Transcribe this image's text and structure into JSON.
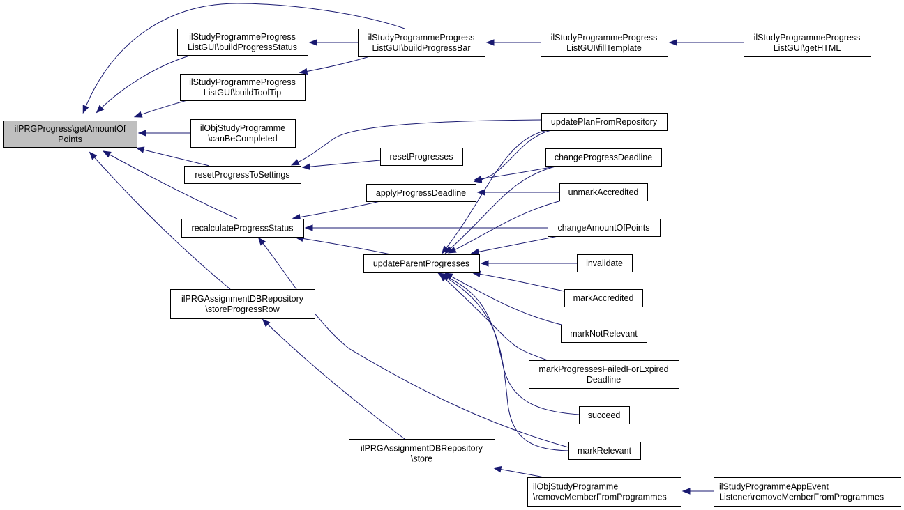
{
  "title": "Caller graph of ilPRGProgress\\getAmountOfPoints",
  "colors": {
    "edge": "#191970",
    "root_fill": "#bfbfbf",
    "node_fill": "#ffffff",
    "node_border": "#000000"
  },
  "nodes": {
    "root": {
      "lines": [
        "ilPRGProgress\\getAmountOf",
        "Points"
      ]
    },
    "buildProgressStatus": {
      "lines": [
        "ilStudyProgrammeProgress",
        "ListGUI\\buildProgressStatus"
      ]
    },
    "buildToolTip": {
      "lines": [
        "ilStudyProgrammeProgress",
        "ListGUI\\buildToolTip"
      ]
    },
    "canBeCompleted": {
      "lines": [
        "ilObjStudyProgramme",
        "\\canBeCompleted"
      ]
    },
    "resetProgressToSettings": {
      "lines": [
        "resetProgressToSettings"
      ]
    },
    "recalculateProgressStatus": {
      "lines": [
        "recalculateProgressStatus"
      ]
    },
    "storeProgressRow": {
      "lines": [
        "ilPRGAssignmentDBRepository",
        "\\storeProgressRow"
      ]
    },
    "buildProgressBar": {
      "lines": [
        "ilStudyProgrammeProgress",
        "ListGUI\\buildProgressBar"
      ]
    },
    "fillTemplate": {
      "lines": [
        "ilStudyProgrammeProgress",
        "ListGUI\\fillTemplate"
      ]
    },
    "getHTML": {
      "lines": [
        "ilStudyProgrammeProgress",
        "ListGUI\\getHTML"
      ]
    },
    "resetProgresses": {
      "lines": [
        "resetProgresses"
      ]
    },
    "applyProgressDeadline": {
      "lines": [
        "applyProgressDeadline"
      ]
    },
    "updateParentProgresses": {
      "lines": [
        "updateParentProgresses"
      ]
    },
    "store": {
      "lines": [
        "ilPRGAssignmentDBRepository",
        "\\store"
      ]
    },
    "updatePlanFromRepository": {
      "lines": [
        "updatePlanFromRepository"
      ]
    },
    "changeProgressDeadline": {
      "lines": [
        "changeProgressDeadline"
      ]
    },
    "unmarkAccredited": {
      "lines": [
        "unmarkAccredited"
      ]
    },
    "changeAmountOfPoints": {
      "lines": [
        "changeAmountOfPoints"
      ]
    },
    "invalidate": {
      "lines": [
        "invalidate"
      ]
    },
    "markAccredited": {
      "lines": [
        "markAccredited"
      ]
    },
    "markNotRelevant": {
      "lines": [
        "markNotRelevant"
      ]
    },
    "markProgressesFailedForExpiredDeadline": {
      "lines": [
        "markProgressesFailedForExpired",
        "Deadline"
      ]
    },
    "succeed": {
      "lines": [
        "succeed"
      ]
    },
    "markRelevant": {
      "lines": [
        "markRelevant"
      ]
    },
    "removeMemberFromProgrammes": {
      "lines": [
        "ilObjStudyProgramme",
        "\\removeMemberFromProgrammes"
      ]
    },
    "appEventRemoveMember": {
      "lines": [
        "ilStudyProgrammeAppEvent",
        "Listener\\removeMemberFromProgrammes"
      ]
    }
  },
  "edges": [
    {
      "from": "buildProgressBar",
      "to": "root"
    },
    {
      "from": "buildProgressStatus",
      "to": "root"
    },
    {
      "from": "buildToolTip",
      "to": "root"
    },
    {
      "from": "canBeCompleted",
      "to": "root"
    },
    {
      "from": "resetProgressToSettings",
      "to": "root"
    },
    {
      "from": "recalculateProgressStatus",
      "to": "root"
    },
    {
      "from": "storeProgressRow",
      "to": "root"
    },
    {
      "from": "buildProgressBar",
      "to": "buildProgressStatus"
    },
    {
      "from": "buildProgressBar",
      "to": "buildToolTip"
    },
    {
      "from": "fillTemplate",
      "to": "buildProgressBar"
    },
    {
      "from": "getHTML",
      "to": "fillTemplate"
    },
    {
      "from": "updatePlanFromRepository",
      "to": "resetProgressToSettings"
    },
    {
      "from": "resetProgresses",
      "to": "resetProgressToSettings"
    },
    {
      "from": "applyProgressDeadline",
      "to": "recalculateProgressStatus"
    },
    {
      "from": "changeAmountOfPoints",
      "to": "recalculateProgressStatus"
    },
    {
      "from": "updateParentProgresses",
      "to": "recalculateProgressStatus"
    },
    {
      "from": "markRelevant",
      "to": "recalculateProgressStatus"
    },
    {
      "from": "store",
      "to": "storeProgressRow"
    },
    {
      "from": "updatePlanFromRepository",
      "to": "applyProgressDeadline"
    },
    {
      "from": "changeProgressDeadline",
      "to": "applyProgressDeadline"
    },
    {
      "from": "unmarkAccredited",
      "to": "applyProgressDeadline"
    },
    {
      "from": "updatePlanFromRepository",
      "to": "updateParentProgresses"
    },
    {
      "from": "changeProgressDeadline",
      "to": "updateParentProgresses"
    },
    {
      "from": "unmarkAccredited",
      "to": "updateParentProgresses"
    },
    {
      "from": "changeAmountOfPoints",
      "to": "updateParentProgresses"
    },
    {
      "from": "invalidate",
      "to": "updateParentProgresses"
    },
    {
      "from": "markAccredited",
      "to": "updateParentProgresses"
    },
    {
      "from": "markNotRelevant",
      "to": "updateParentProgresses"
    },
    {
      "from": "markProgressesFailedForExpiredDeadline",
      "to": "updateParentProgresses"
    },
    {
      "from": "succeed",
      "to": "updateParentProgresses"
    },
    {
      "from": "markRelevant",
      "to": "updateParentProgresses"
    },
    {
      "from": "removeMemberFromProgrammes",
      "to": "store"
    },
    {
      "from": "appEventRemoveMember",
      "to": "removeMemberFromProgrammes"
    }
  ]
}
